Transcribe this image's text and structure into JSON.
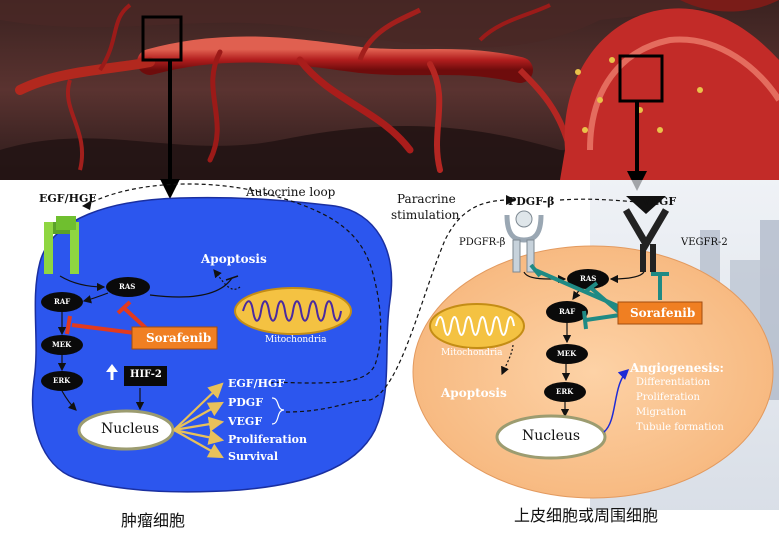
{
  "colors": {
    "tumor_cell": "#2c56ee",
    "endothelial_cell": "#fbbf8a",
    "sorafenib_box": "#f07f22",
    "inhibit_red": "#e23a1e",
    "inhibit_teal": "#1f8a84",
    "mitochondria": "#f4c242",
    "output_arrow": "#e8c15a",
    "angiogenesis_arrow": "#1e2bd6"
  },
  "tumor": {
    "receptor": "EGF/HGF",
    "autocrine": "Autocrine loop",
    "apoptosis": "Apoptosis",
    "mitochondria": "Mitochondria",
    "ras": "RAS",
    "raf": "RAF",
    "mek": "MEK",
    "erk": "ERK",
    "sorafenib": "Sorafenib",
    "hif": "HIF-2",
    "nucleus": "Nucleus",
    "outputs": [
      "EGF/HGF",
      "PDGF",
      "VEGF",
      "Proliferation",
      "Survival"
    ],
    "caption": "肿瘤细胞"
  },
  "paracrine": {
    "line1": "Paracrine",
    "line2": "stimulation"
  },
  "endothelial": {
    "pdgf": "PDGF-β",
    "pdgfr": "PDGFR-β",
    "vegf": "VEGF",
    "vegfr": "VEGFR-2",
    "ras": "RAS",
    "raf": "RAF",
    "mek": "MEK",
    "erk": "ERK",
    "sorafenib": "Sorafenib",
    "mitochondria": "Mitochondria",
    "apoptosis": "Apoptosis",
    "nucleus": "Nucleus",
    "angiogenesis": "Angiogenesis",
    "angio_items": [
      "Differentiation",
      "Proliferation",
      "Migration",
      "Tubule formation"
    ],
    "caption": "上皮细胞或周围细胞"
  }
}
